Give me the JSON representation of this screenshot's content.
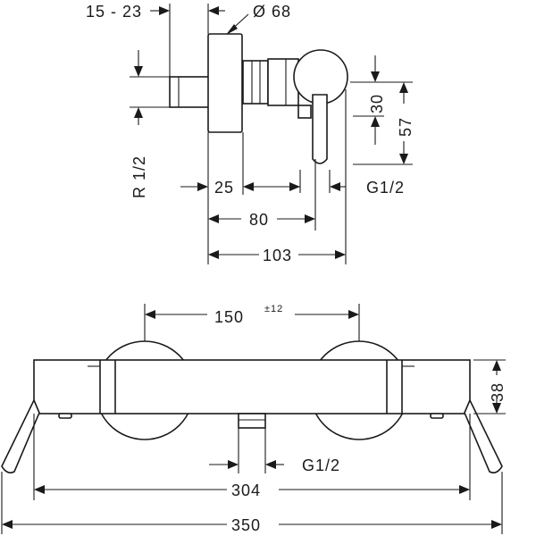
{
  "side_view": {
    "dims": {
      "offset_range": "15 - 23",
      "diameter": "Ø 68",
      "thread_inlet": "R 1/2",
      "depth_25": "25",
      "depth_80": "80",
      "depth_103": "103",
      "outlet_thread": "G1/2",
      "height_30": "30",
      "height_57": "57"
    }
  },
  "front_view": {
    "dims": {
      "center_distance": "150",
      "center_tolerance": "±12",
      "body_height": "38",
      "outlet_thread": "G1/2",
      "body_length": "304",
      "overall_length": "350"
    }
  }
}
